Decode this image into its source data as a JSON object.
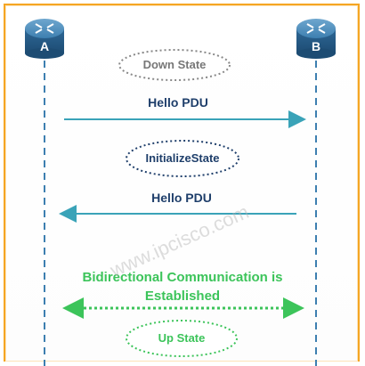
{
  "routers": {
    "a_label": "A",
    "b_label": "B"
  },
  "states": {
    "down": "Down State",
    "init": "InitializeState",
    "up": "Up State"
  },
  "messages": {
    "hello_1": "Hello PDU",
    "hello_2": "Hello PDU"
  },
  "bidirectional": {
    "line1": "Bidirectional Communication is",
    "line2": "Established"
  },
  "watermark": "www.ipcisco.com",
  "colors": {
    "frame": "#f5a623",
    "router": "#3d7fb0",
    "arrow": "#3aa3b8",
    "pdu_text": "#1f3f6b",
    "green": "#3cc45a",
    "state_gray": "#777777",
    "state_blue": "#1f3f6b"
  }
}
